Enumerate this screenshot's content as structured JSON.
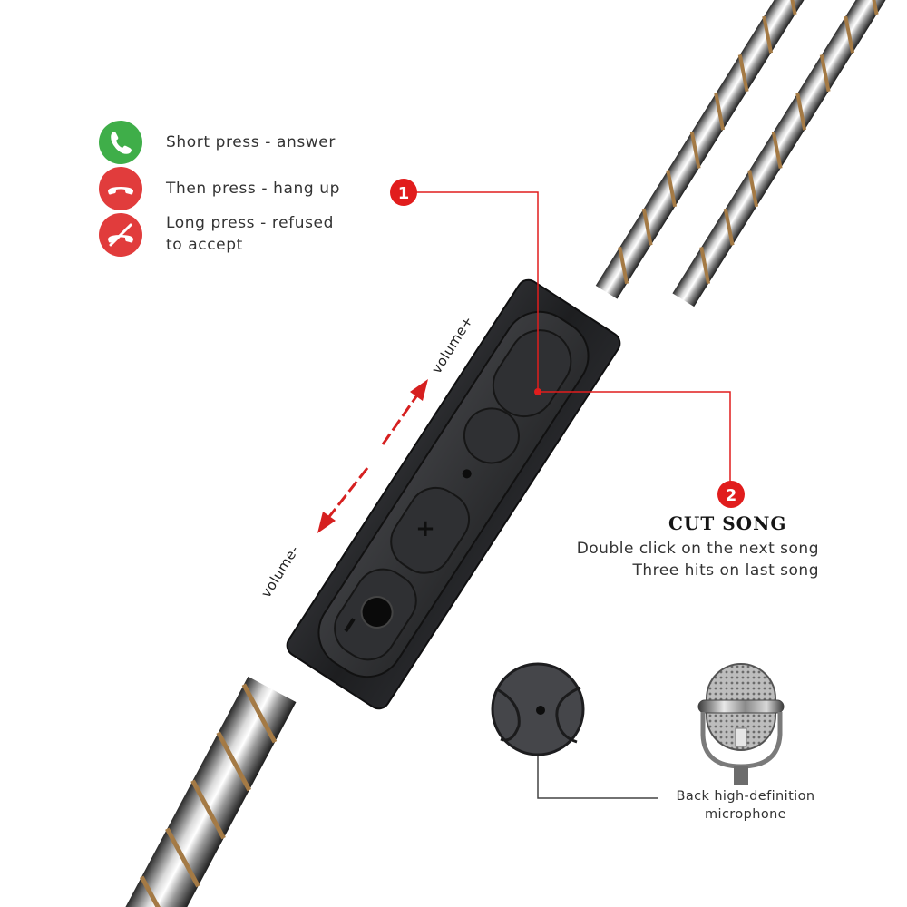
{
  "legend": {
    "short_press": "Short press - answer",
    "then_press": "Then press - hang up",
    "long_press_line1": "Long press - refused",
    "long_press_line2": "to accept"
  },
  "colors": {
    "answer_green": "#3fae49",
    "hangup_red": "#e13c3c",
    "callout_red": "#e11d1d",
    "remote_body": "#1e1f21",
    "cable_gold": "#a47a45"
  },
  "remote": {
    "volume_plus": "volume+",
    "volume_minus": "volume-",
    "plus_symbol": "+",
    "minus_symbol": "I"
  },
  "callouts": {
    "marker_1": "1",
    "marker_2": "2"
  },
  "cut_song": {
    "title": "CUT SONG",
    "line1": "Double click on the next song",
    "line2": "Three hits on last song"
  },
  "microphone": {
    "label_line1": "Back high-definition",
    "label_line2": "microphone"
  }
}
